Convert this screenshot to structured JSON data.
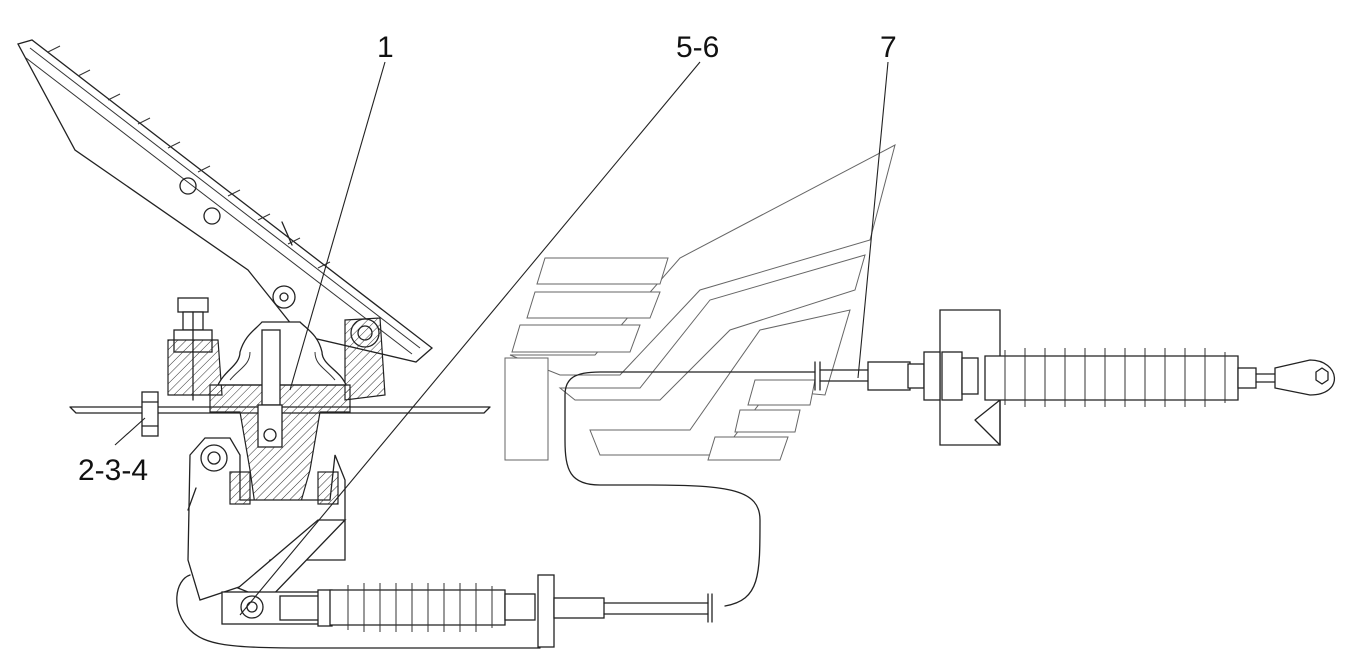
{
  "callouts": [
    {
      "id": "c1",
      "text": "1"
    },
    {
      "id": "c56",
      "text": "5-6"
    },
    {
      "id": "c7",
      "text": "7"
    },
    {
      "id": "c234",
      "text": "2-3-4"
    }
  ]
}
